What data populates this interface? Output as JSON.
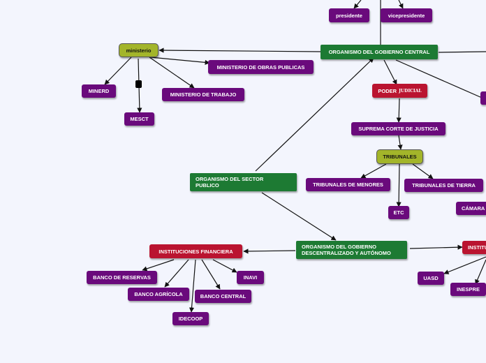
{
  "nodes": {
    "presidente": "presidente",
    "vicepresidente": "vicepresidente",
    "ministerio": "ministerio",
    "org_gobierno_central": "ORGANISMO DEL GOBIERNO CENTRAL",
    "ministerio_obras": "MINISTERIO DE OBRAS PUBLICAS",
    "minerd": "MINERD",
    "ministerio_trabajo": "MINISTERIO DE TRABAJO",
    "mesct": "MESCT",
    "poder": "PODER",
    "judicial": "JUDICIAL",
    "suprema_corte": "SUPREMA CORTE DE JUSTICIA",
    "tribunales": "TRIBUNALES",
    "tribunales_menores": "TRIBUNALES DE MENORES",
    "tribunales_tierra": "TRIBUNALES DE TIERRA",
    "etc": "ETC",
    "camara": "CÁMARA",
    "org_sector_publico": "ORGANISMO DEL SECTOR PUBLICO",
    "org_descentralizado": "ORGANISMO DEL GOBIERNO DESCENTRALIZADO Y AUTÓNOMO",
    "instituciones_financiera": "INSTITUCIONES FINANCIERA",
    "institu_cut": "INSTITU",
    "banco_reservas": "BANCO DE RESERVAS",
    "inavi": "INAVI",
    "banco_agricola": "BANCO AGRÍCOLA",
    "banco_central": "BANCO CENTRAL",
    "idecoop": "IDECOOP",
    "uasd": "UASD",
    "inespre": "INESPRE"
  },
  "colors": {
    "purple": "#6a0a7c",
    "green": "#1d7a33",
    "red": "#ba1430",
    "lime": "#a3b52a",
    "background": "#f3f5fd"
  }
}
